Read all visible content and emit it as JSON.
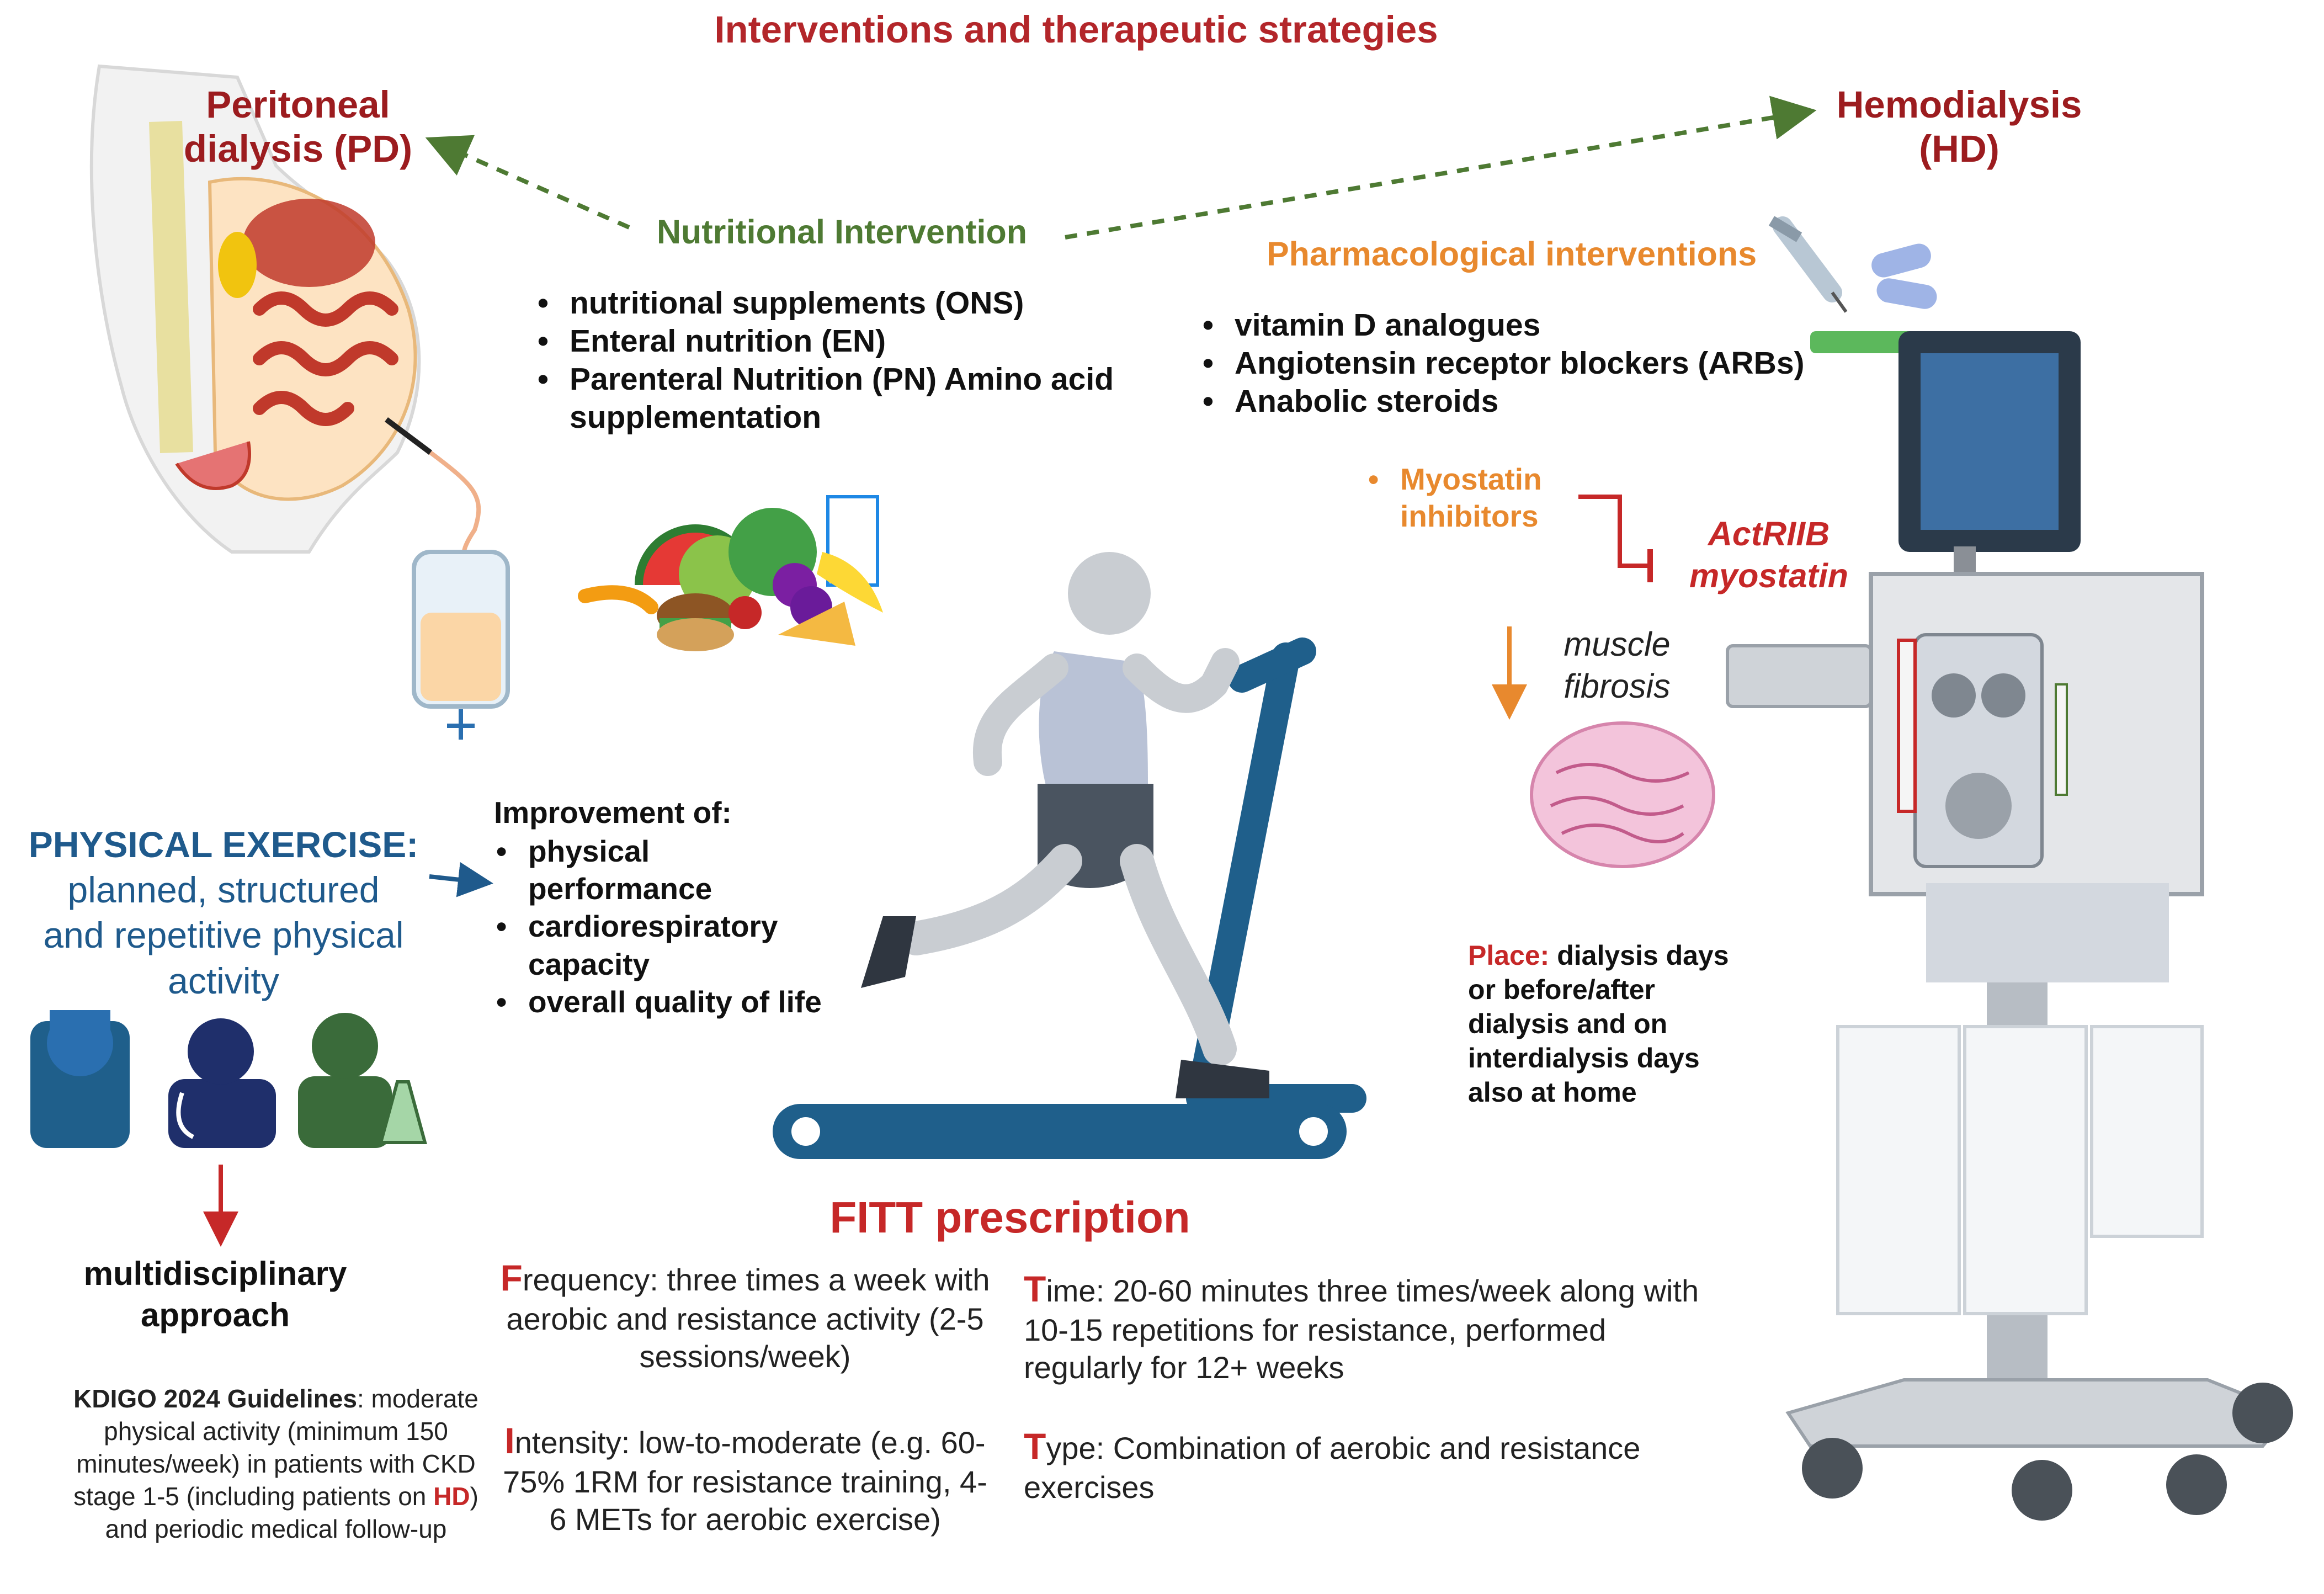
{
  "title": "Interventions and therapeutic strategies",
  "peritoneal": {
    "line1": "Peritoneal",
    "line2": "dialysis (PD)"
  },
  "hemodialysis": {
    "line1": "Hemodialysis",
    "line2": "(HD)"
  },
  "nutritional": {
    "heading": "Nutritional Intervention",
    "items": [
      "nutritional supplements (ONS)",
      "Enteral nutrition (EN)",
      "Parenteral Nutrition (PN) Amino acid supplementation"
    ]
  },
  "pharmacological": {
    "heading": "Pharmacological interventions",
    "items": [
      "vitamin D analogues",
      "Angiotensin receptor blockers (ARBs)",
      "Anabolic steroids"
    ]
  },
  "myostatin": {
    "inhibitors": "Myostatin inhibitors",
    "target_line1": "ActRIIB",
    "target_line2": "myostatin",
    "effect_line1": "muscle",
    "effect_line2": "fibrosis"
  },
  "place": {
    "label": "Place:",
    "text": "dialysis days or before/after dialysis and on interdialysis days also at home"
  },
  "physical_exercise": {
    "heading": "PHYSICAL EXERCISE:",
    "sub_line1": "planned, structured",
    "sub_line2": "and repetitive physical",
    "sub_line3": "activity"
  },
  "improvement": {
    "heading": "Improvement of:",
    "items": [
      "physical performance",
      "cardiorespiratory capacity",
      "overall quality of life"
    ]
  },
  "multidisciplinary": {
    "line1": "multidisciplinary",
    "line2": "approach"
  },
  "kdigo": {
    "bold": "KDIGO 2024 Guidelines",
    "text1": ": moderate physical activity (minimum 150 minutes/week) in patients with CKD stage 1-5 (including patients on ",
    "hd": "HD",
    "text2": ") and periodic medical follow-up"
  },
  "fitt": {
    "title": "FITT prescription",
    "frequency": {
      "cap": "F",
      "rest": "requency",
      "text": ": three times a week with aerobic and resistance activity (2-5 sessions/week)"
    },
    "intensity": {
      "cap": "I",
      "rest": "ntensity",
      "text": ": low-to-moderate (e.g. 60-75% 1RM for resistance training, 4-6 METs for aerobic exercise)"
    },
    "time": {
      "cap": "T",
      "rest": "ime",
      "text": ": 20-60 minutes three times/week along with 10-15 repetitions for resistance, performed regularly for 12+ weeks"
    },
    "type": {
      "cap": "T",
      "rest": "ype",
      "text": ": Combination of aerobic and resistance exercises"
    }
  },
  "colors": {
    "title_red": "#b3262a",
    "dark_red": "#9c1c1f",
    "green": "#4e7a33",
    "orange": "#e8892e",
    "blue": "#1f5a8c",
    "fitt_red": "#c62828"
  },
  "icons": [
    "peritoneal-anatomy-illustration",
    "dialysis-bag-icon",
    "food-icon",
    "runner-on-treadmill-illustration",
    "syringe-icon",
    "pills-icon",
    "hemodialysis-machine-illustration",
    "muscle-tissue-icon",
    "nurse-icon",
    "doctor-icon",
    "scientist-icon"
  ]
}
